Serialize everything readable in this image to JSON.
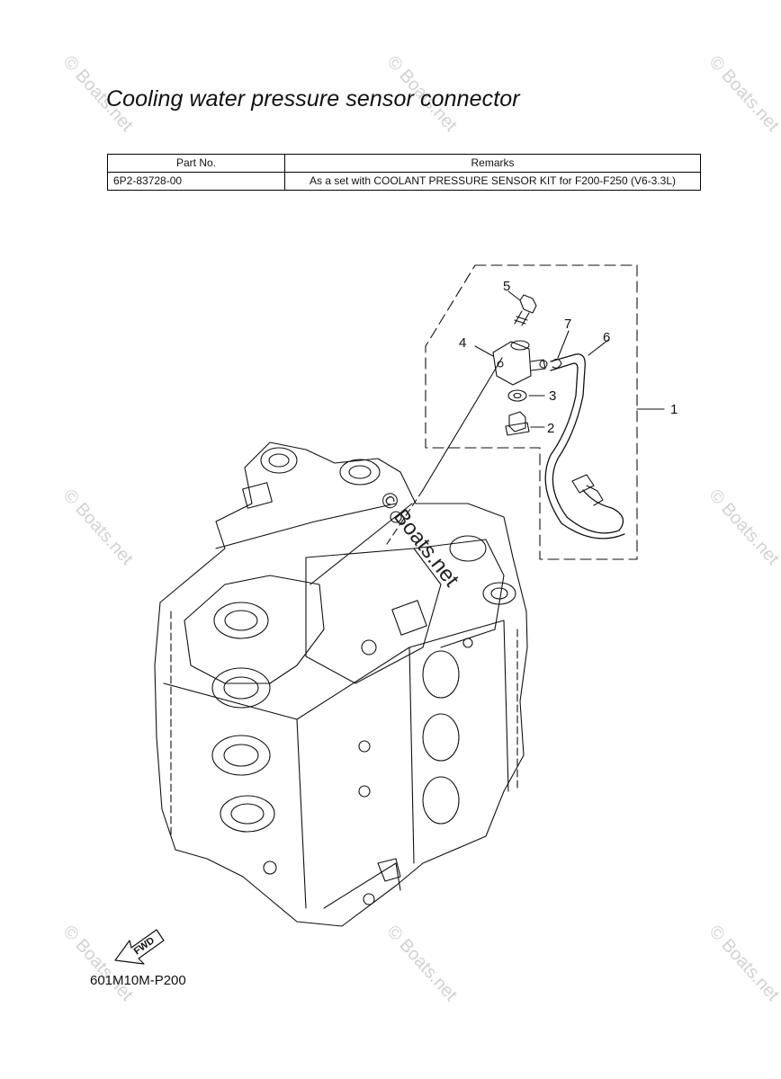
{
  "title": "Cooling water pressure sensor connector",
  "table": {
    "headers": [
      "Part No.",
      "Remarks"
    ],
    "rows": [
      [
        "6P2-83728-00",
        "As a set with COOLANT PRESSURE SENSOR KIT for F200-F250 (V6-3.3L)"
      ]
    ]
  },
  "callouts": [
    "1",
    "2",
    "3",
    "4",
    "5",
    "6",
    "7"
  ],
  "fwd_label": "FWD",
  "diagram_code": "601M10M-P200",
  "watermark": "© Boats.net"
}
